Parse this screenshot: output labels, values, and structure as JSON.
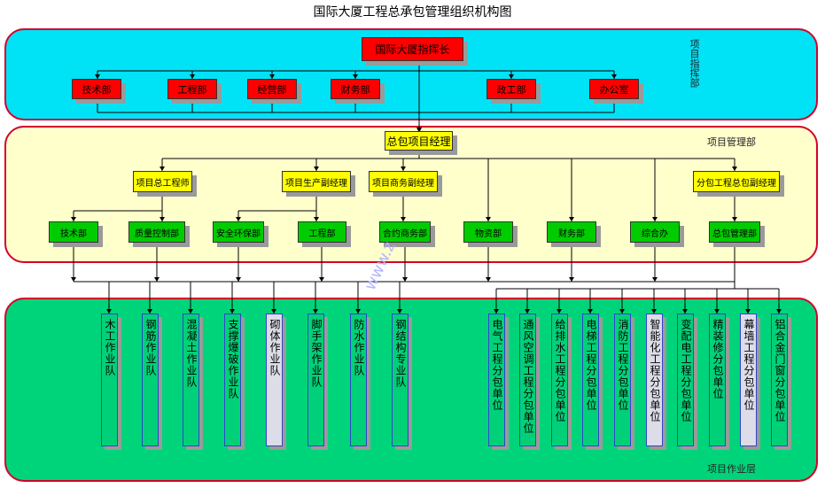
{
  "title": "国际大厦工程总承包管理组织机构图",
  "bands": {
    "top_label": "项目指挥部",
    "middle_label": "项目管理部",
    "bottom_label": "项目作业层"
  },
  "top": {
    "head": "国际大厦指挥长",
    "depts": [
      "技术部",
      "工程部",
      "经营部",
      "财务部",
      "政工部",
      "办公室"
    ]
  },
  "middle": {
    "manager": "总包项目经理",
    "deputies": [
      "项目总工程师",
      "项目生产副经理",
      "项目商务副经理",
      "分包工程总包副经理"
    ],
    "depts": [
      "技术部",
      "质量控制部",
      "安全环保部",
      "工程部",
      "合约商务部",
      "物资部",
      "财务部",
      "综合办",
      "总包管理部"
    ]
  },
  "bottom": {
    "teams": [
      "木工作业队",
      "钢筋作业队",
      "混凝土作业队",
      "支撑爆破作业队",
      "砌体作业队",
      "脚手架作业队",
      "防水作业队",
      "钢结构专业队"
    ],
    "subs": [
      "电气工程分包单位",
      "通风空调工程分包单位",
      "给排水工程分包单位",
      "电梯工程分包单位",
      "消防工程分包单位",
      "智能化工程分包单位",
      "变配电工程分包单位",
      "精装修分包单位",
      "幕墙工程分包单位",
      "铝合金门窗分包单位"
    ]
  },
  "watermark": "www.z"
}
